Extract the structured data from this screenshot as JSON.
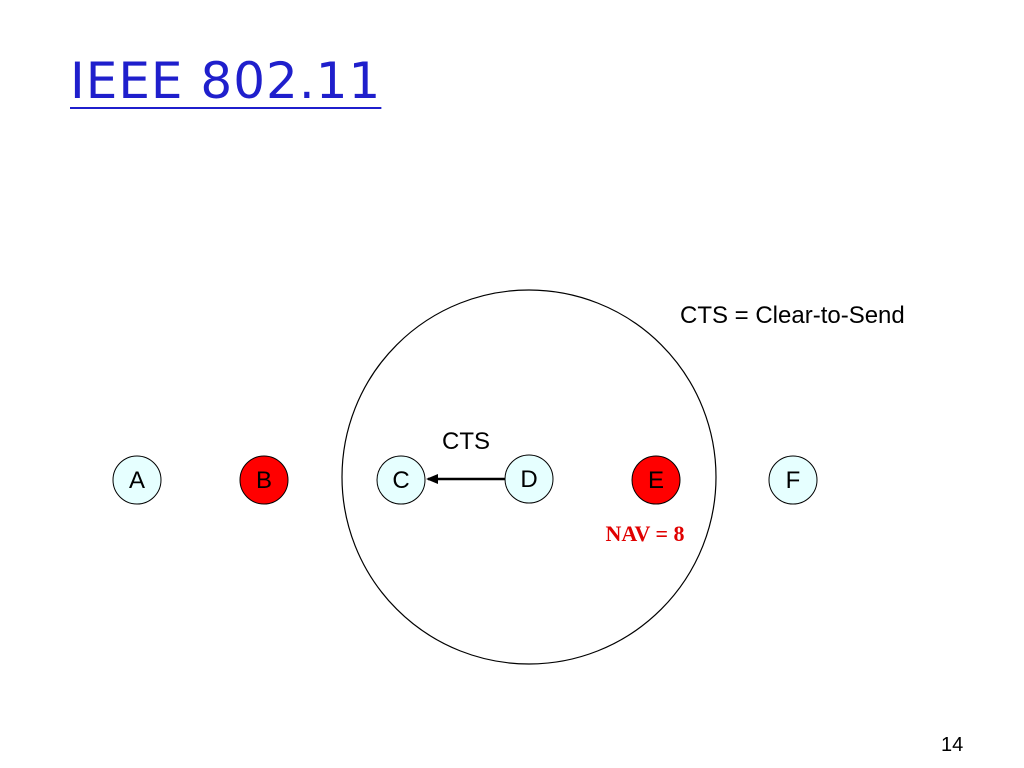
{
  "slide": {
    "title": "IEEE 802.11",
    "definition": "CTS = Clear-to-Send",
    "page_number": "14"
  },
  "colors": {
    "title": "#1f1fcc",
    "node_idle": "#e6ffff",
    "node_blocked": "#ff0000",
    "nav_text": "#e00000",
    "outline": "#000000"
  },
  "diagram": {
    "nodes": [
      {
        "label": "A",
        "state": "idle"
      },
      {
        "label": "B",
        "state": "blocked"
      },
      {
        "label": "C",
        "state": "idle"
      },
      {
        "label": "D",
        "state": "idle"
      },
      {
        "label": "E",
        "state": "blocked"
      },
      {
        "label": "F",
        "state": "idle"
      }
    ],
    "message": {
      "label": "CTS",
      "from": "D",
      "to": "C"
    },
    "nav": {
      "label": "NAV = 8",
      "node": "E"
    },
    "range_circle_center_node": "D"
  }
}
